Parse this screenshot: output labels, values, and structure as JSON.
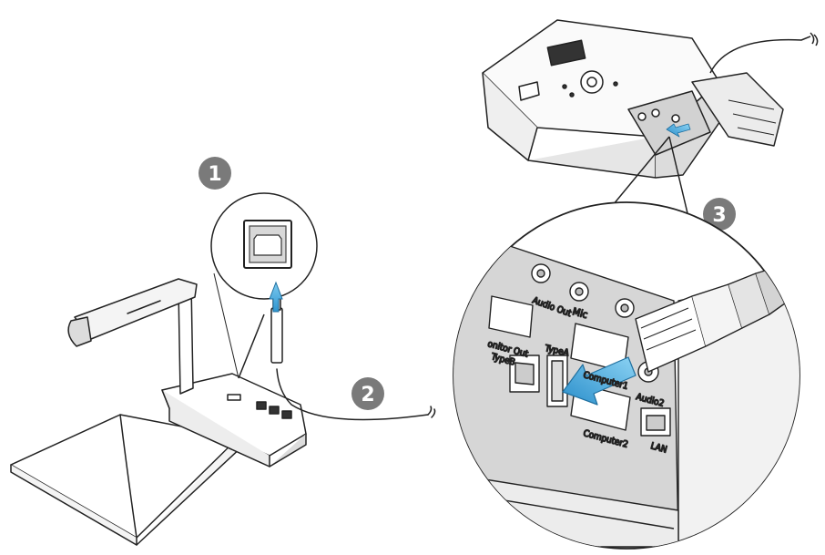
{
  "steps": [
    {
      "number": "1"
    },
    {
      "number": "2"
    },
    {
      "number": "3"
    }
  ],
  "port_labels": {
    "audio_out": "Audio Out",
    "mic": "Mic",
    "monitor_out": "onitor Out",
    "type_b": "TypeB",
    "type_a": "TypeA",
    "computer1": "Computer1",
    "computer2": "Computer2",
    "audio2": "Audio2",
    "lan": "LAN"
  },
  "colors": {
    "step_badge": "#7a7a7a",
    "arrow": "#3aa6dc",
    "line": "#222222"
  }
}
